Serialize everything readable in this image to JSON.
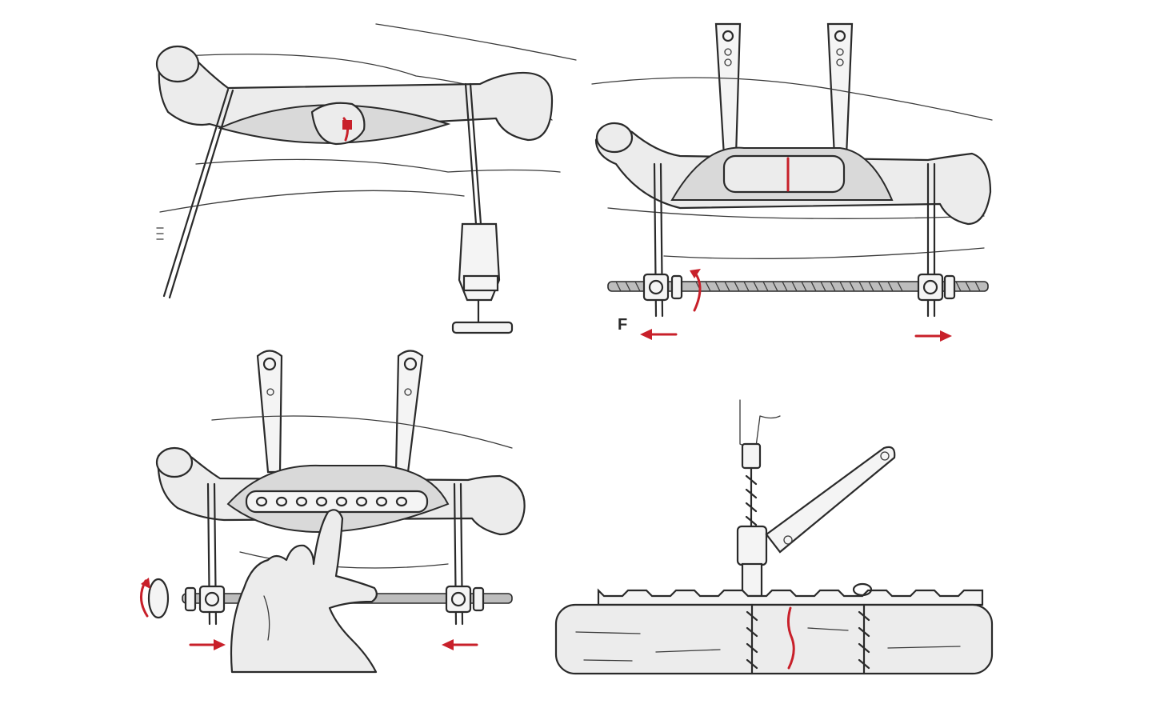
{
  "figure": {
    "panels": [
      {
        "id": "top-left",
        "markers": []
      },
      {
        "id": "top-right",
        "markers": [
          "F"
        ]
      },
      {
        "id": "bottom-left",
        "markers": []
      },
      {
        "id": "bottom-right",
        "markers": []
      }
    ]
  },
  "colors": {
    "ink": "#2a2a2a",
    "accent_red": "#c8202a",
    "background": "#ffffff"
  }
}
